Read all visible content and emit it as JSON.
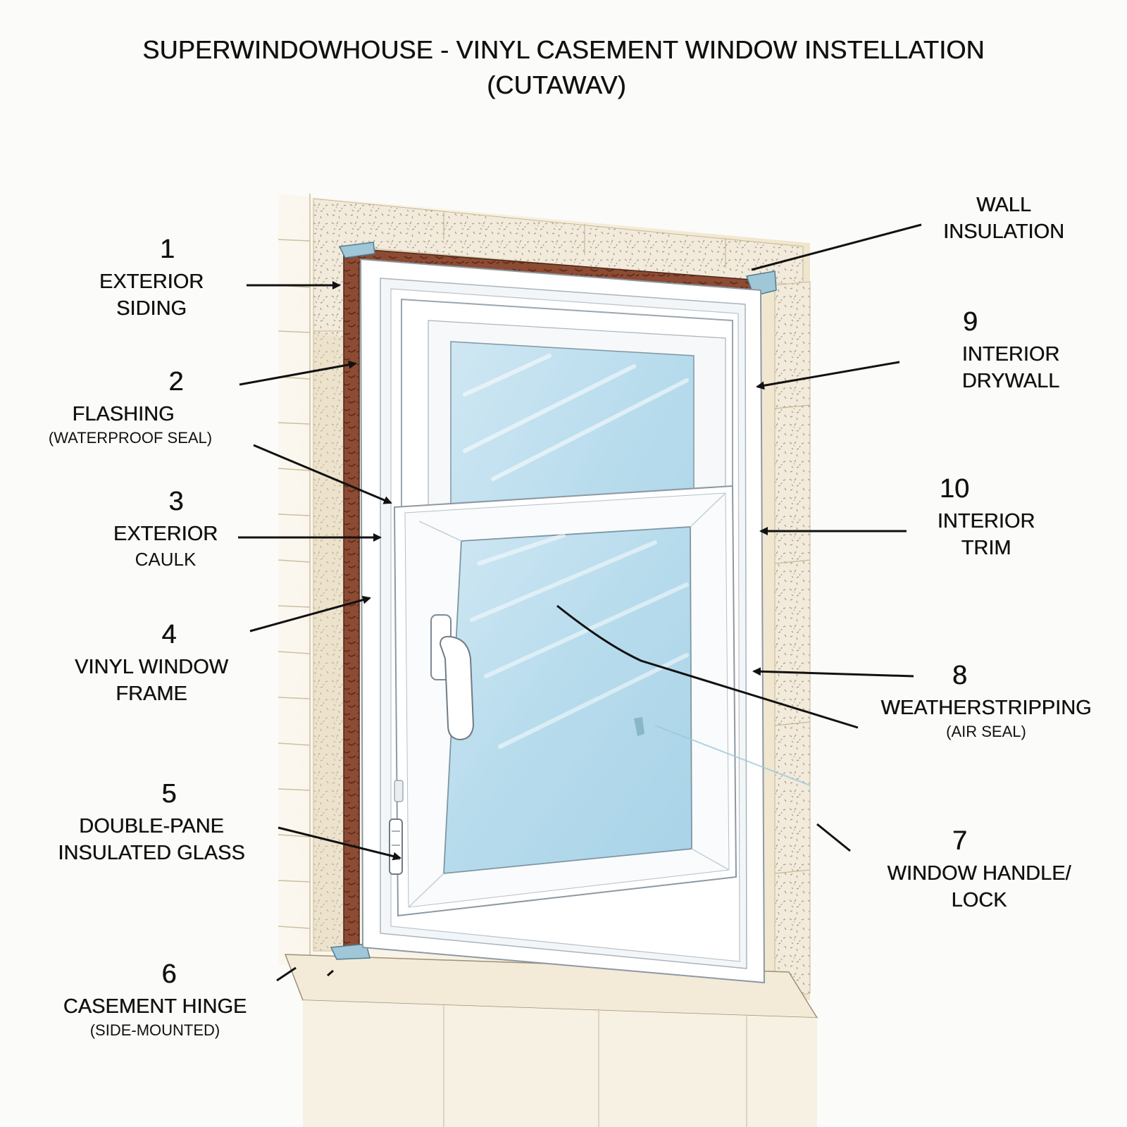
{
  "title": {
    "line1": "SUPERWINDOWHOUSE - VINYL CASEMENT WINDOW INSTELLATION",
    "line2": "(CUTAWAV)"
  },
  "callouts": [
    {
      "number": "1",
      "name": "EXTERIOR\nSIDING",
      "sub": ""
    },
    {
      "number": "2",
      "name": "FLASHING",
      "sub": "(WATERPROOF SEAL)"
    },
    {
      "number": "3",
      "name": "EXTERIOR",
      "sub": "CAULK"
    },
    {
      "number": "4",
      "name": "VINYL WINDOW\nFRAME",
      "sub": ""
    },
    {
      "number": "5",
      "name": "DOUBLE-PANE\nINSULATED GLASS",
      "sub": ""
    },
    {
      "number": "6",
      "name": "CASEMENT HINGE",
      "sub": "(SIDE-MOUNTED)"
    },
    {
      "number": "",
      "name": "WALL\nINSULATION",
      "sub": ""
    },
    {
      "number": "9",
      "name": "INTERIOR\nDRYWALL",
      "sub": ""
    },
    {
      "number": "10",
      "name": "INTERIOR\nTRIM",
      "sub": ""
    },
    {
      "number": "8",
      "name": "WEATHERSTRIPPING",
      "sub": "(AIR SEAL)"
    },
    {
      "number": "7",
      "name": "WINDOW HANDLE/\nLOCK",
      "sub": ""
    }
  ],
  "colors": {
    "insulation": "#efe6d2",
    "siding": "#e8dcc4",
    "frame": "#ffffff",
    "glass": "#bfdeed",
    "flashing": "#8a4a33",
    "ink": "#111111"
  }
}
